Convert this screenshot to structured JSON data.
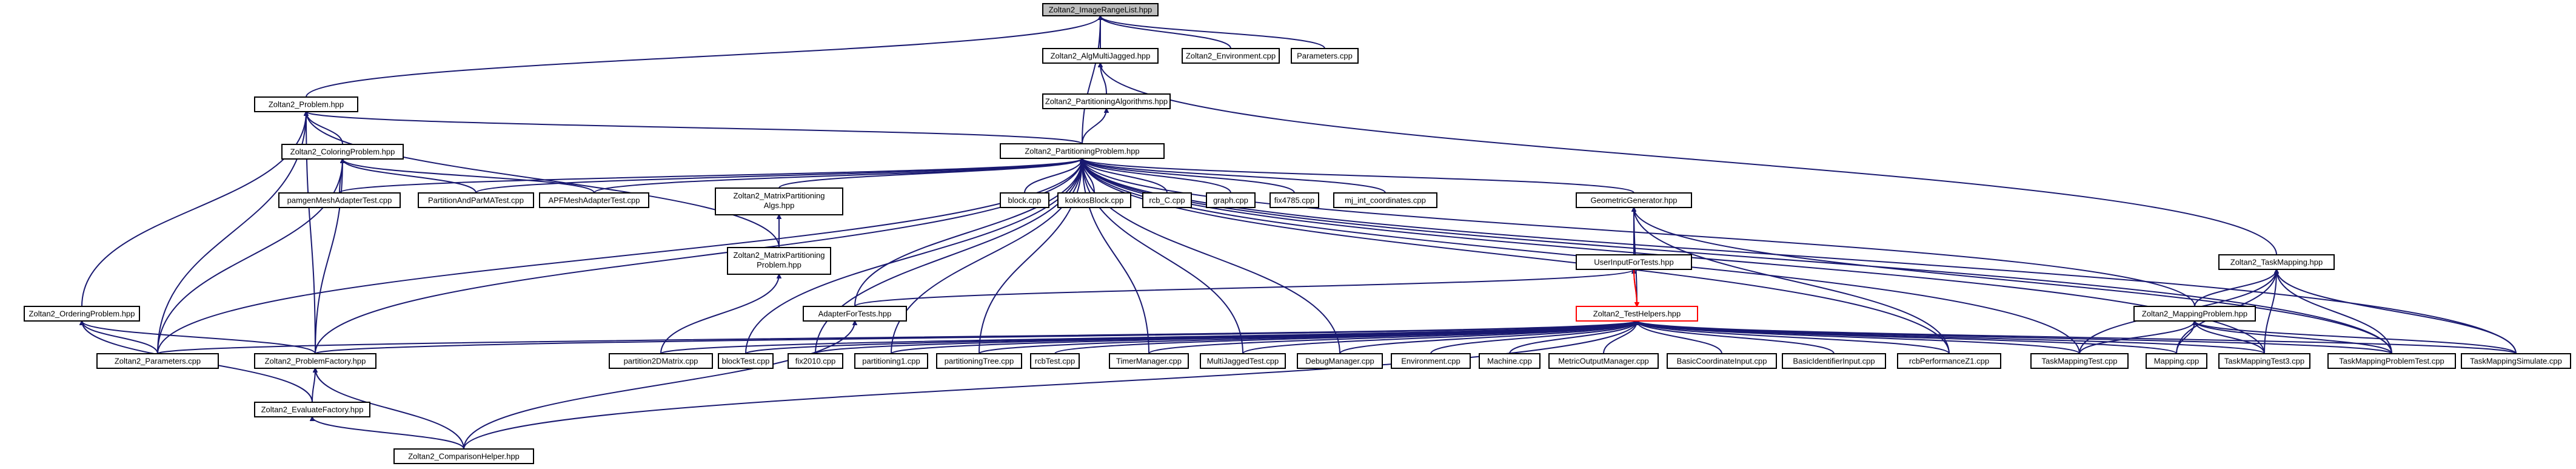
{
  "diagram": {
    "nodes": [
      {
        "id": "n0",
        "label": "Zoltan2_ImageRangeList.hpp",
        "root": true
      },
      {
        "id": "n1",
        "label": "Zoltan2_AlgMultiJagged.hpp"
      },
      {
        "id": "n2",
        "label": "Zoltan2_Environment.cpp"
      },
      {
        "id": "n3",
        "label": "Parameters.cpp"
      },
      {
        "id": "n4",
        "label": "Zoltan2_Problem.hpp"
      },
      {
        "id": "n5",
        "label": "Zoltan2_PartitioningAlgorithms.hpp"
      },
      {
        "id": "n6",
        "label": "Zoltan2_PartitioningProblem.hpp"
      },
      {
        "id": "n7",
        "label": "Zoltan2_ColoringProblem.hpp"
      },
      {
        "id": "n8",
        "label": "pamgenMeshAdapterTest.cpp"
      },
      {
        "id": "n9",
        "label": "PartitionAndParMATest.cpp"
      },
      {
        "id": "n10",
        "label": "APFMeshAdapterTest.cpp"
      },
      {
        "id": "n11",
        "label": "Zoltan2_MatrixPartitioning Algs.hpp"
      },
      {
        "id": "n12",
        "label": "Zoltan2_MatrixPartitioning Problem.hpp"
      },
      {
        "id": "n13",
        "label": "block.cpp"
      },
      {
        "id": "n14",
        "label": "kokkosBlock.cpp"
      },
      {
        "id": "n15",
        "label": "rcb_C.cpp"
      },
      {
        "id": "n16",
        "label": "graph.cpp"
      },
      {
        "id": "n17",
        "label": "fix4785.cpp"
      },
      {
        "id": "n18",
        "label": "mj_int_coordinates.cpp"
      },
      {
        "id": "n19",
        "label": "GeometricGenerator.hpp"
      },
      {
        "id": "n20",
        "label": "UserInputForTests.hpp"
      },
      {
        "id": "n21",
        "label": "Zoltan2_TaskMapping.hpp"
      },
      {
        "id": "n22",
        "label": "Zoltan2_MappingProblem.hpp"
      },
      {
        "id": "n23",
        "label": "Zoltan2_OrderingProblem.hpp"
      },
      {
        "id": "n24",
        "label": "AdapterForTests.hpp"
      },
      {
        "id": "n25",
        "label": "Zoltan2_TestHelpers.hpp",
        "red": true
      },
      {
        "id": "n26",
        "label": "Zoltan2_Parameters.cpp"
      },
      {
        "id": "n27",
        "label": "Zoltan2_ProblemFactory.hpp"
      },
      {
        "id": "n28",
        "label": "partition2DMatrix.cpp"
      },
      {
        "id": "n29",
        "label": "blockTest.cpp"
      },
      {
        "id": "n30",
        "label": "fix2010.cpp"
      },
      {
        "id": "n31",
        "label": "partitioning1.cpp"
      },
      {
        "id": "n32",
        "label": "partitioningTree.cpp"
      },
      {
        "id": "n33",
        "label": "rcbTest.cpp"
      },
      {
        "id": "n34",
        "label": "TimerManager.cpp"
      },
      {
        "id": "n35",
        "label": "MultiJaggedTest.cpp"
      },
      {
        "id": "n36",
        "label": "DebugManager.cpp"
      },
      {
        "id": "n37",
        "label": "Environment.cpp"
      },
      {
        "id": "n38",
        "label": "Machine.cpp"
      },
      {
        "id": "n39",
        "label": "MetricOutputManager.cpp"
      },
      {
        "id": "n40",
        "label": "BasicCoordinateInput.cpp"
      },
      {
        "id": "n41",
        "label": "BasicIdentifierInput.cpp"
      },
      {
        "id": "n42",
        "label": "rcbPerformanceZ1.cpp"
      },
      {
        "id": "n43",
        "label": "TaskMappingTest.cpp"
      },
      {
        "id": "n44",
        "label": "Mapping.cpp"
      },
      {
        "id": "n45",
        "label": "TaskMappingTest3.cpp"
      },
      {
        "id": "n46",
        "label": "TaskMappingProblemTest.cpp"
      },
      {
        "id": "n47",
        "label": "TaskMappingSimulate.cpp"
      },
      {
        "id": "n48",
        "label": "Zoltan2_EvaluateFactory.hpp"
      },
      {
        "id": "n49",
        "label": "Zoltan2_ComparisonHelper.hpp"
      }
    ],
    "colors": {
      "edge": "#191970",
      "edge_highlight": "#ff0000",
      "root_fill": "#bfbfbf",
      "node_fill": "#ffffff",
      "node_border": "#000000"
    }
  }
}
